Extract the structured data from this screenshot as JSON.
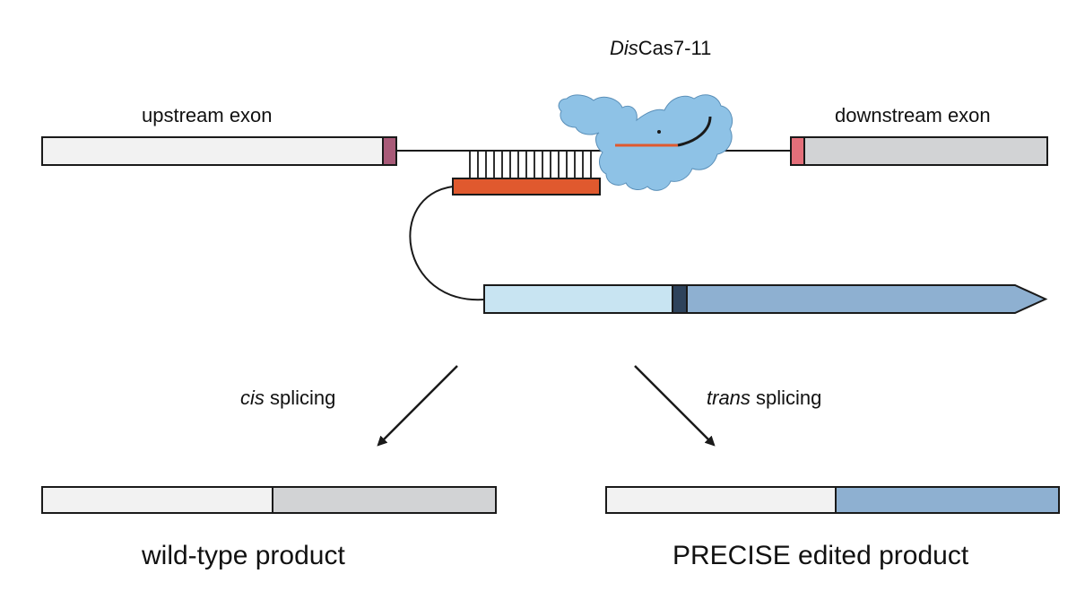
{
  "labels": {
    "protein_italic": "Dis",
    "protein_rest": "Cas7-11",
    "upstream_exon": "upstream exon",
    "downstream_exon": "downstream exon",
    "cis_italic": "cis",
    "cis_rest": " splicing",
    "trans_italic": "trans",
    "trans_rest": " splicing",
    "wild_type_product": "wild-type product",
    "precise_product": "PRECISE edited product"
  },
  "colors": {
    "upstream_exon_fill": "#f2f2f2",
    "upstream_splice_site": "#a85a78",
    "downstream_exon_fill": "#d2d3d5",
    "downstream_splice_site": "#e46f7a",
    "guide_rna": "#e0592e",
    "cas_protein": "#8ec2e6",
    "payload_light": "#c8e4f2",
    "payload_dark": "#8eb0d1",
    "payload_junction": "#2e435c",
    "outline": "#1a1a1a"
  }
}
